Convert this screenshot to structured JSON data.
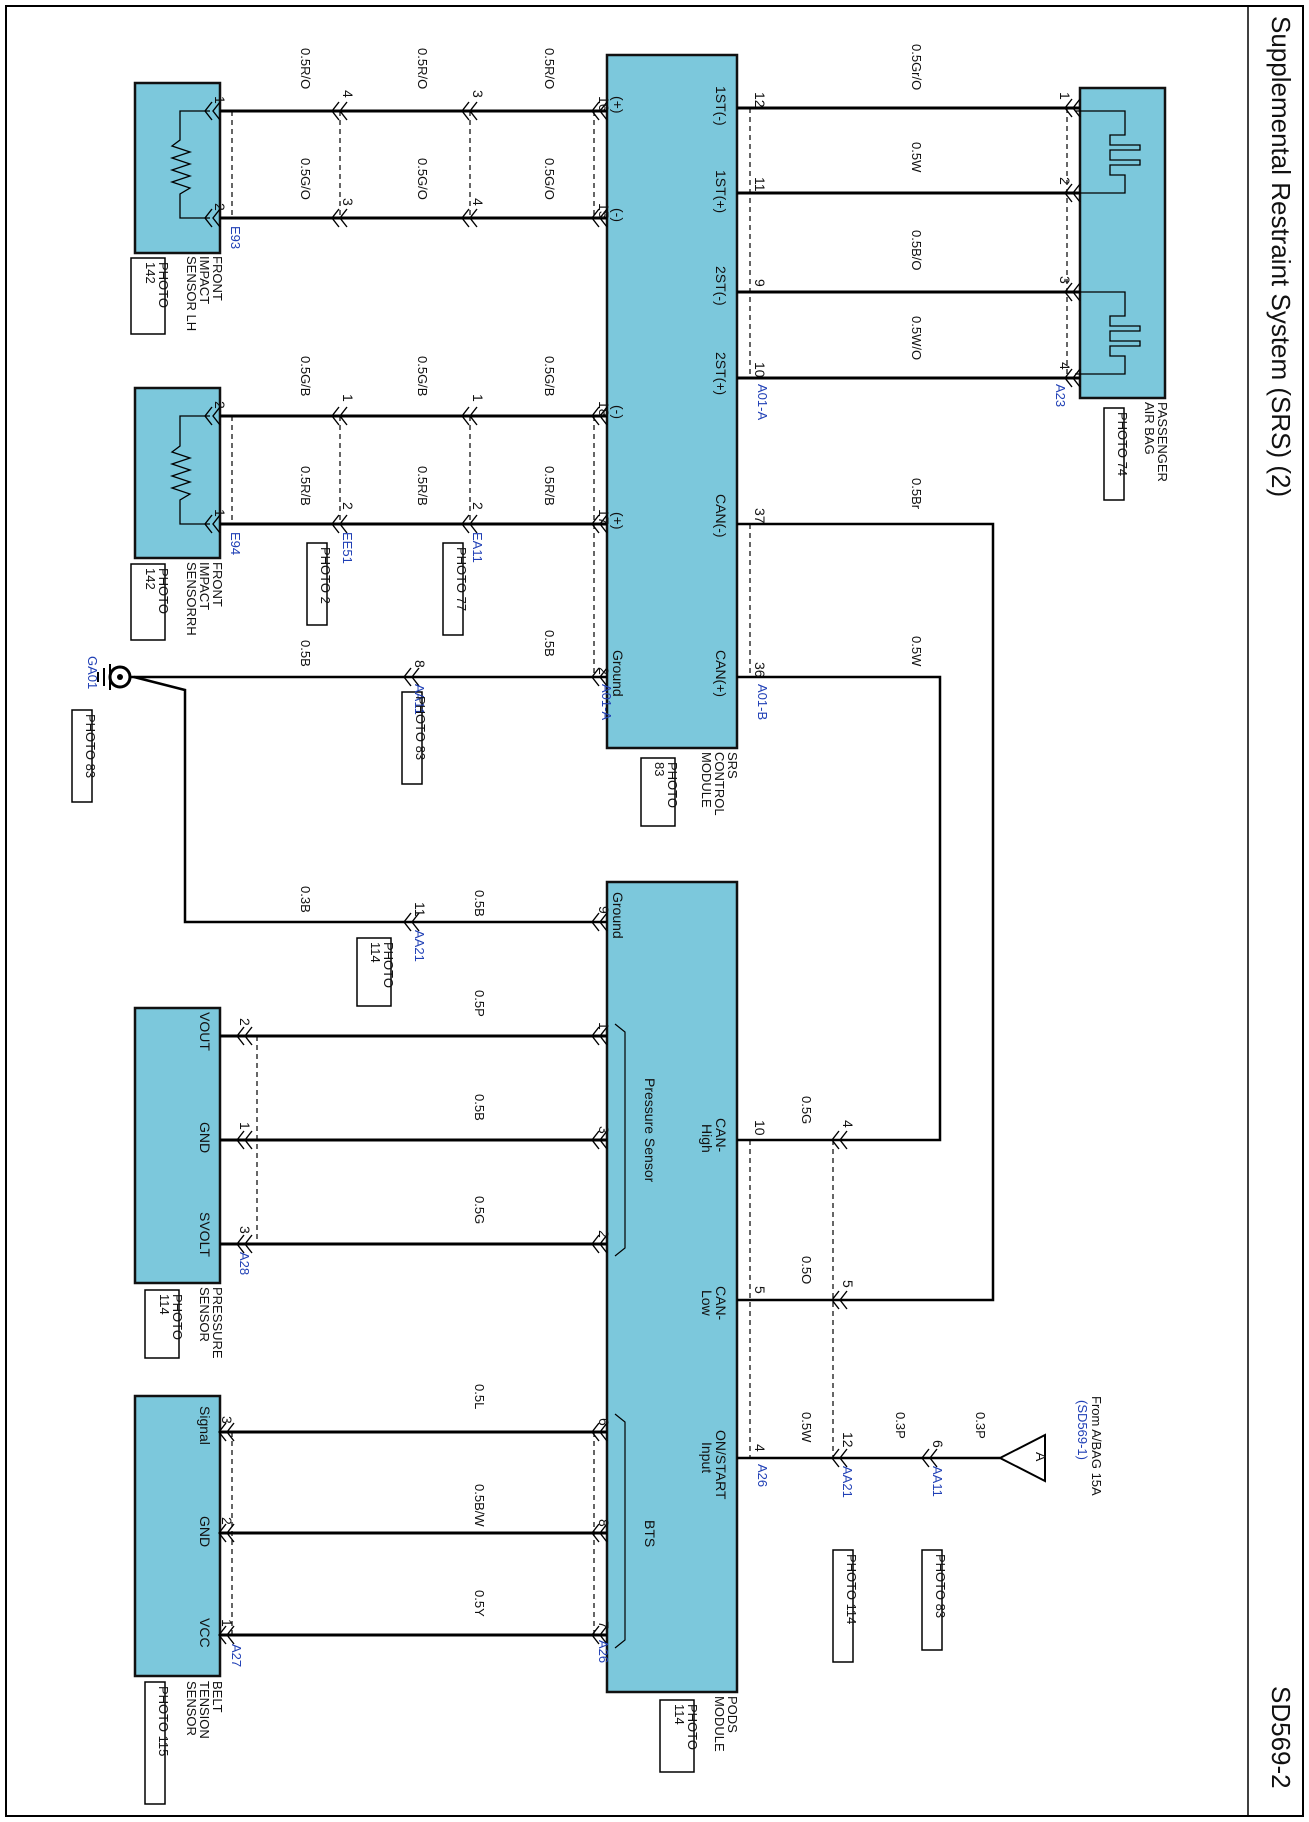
{
  "page": {
    "title": "Supplemental Restraint System (SRS) (2)",
    "code": "SD569-2"
  },
  "colors": {
    "component_fill": "#7cc8dc",
    "wire": "#000000",
    "connector_id": "#1f3fb5"
  },
  "components": {
    "srs": {
      "name": [
        "SRS",
        "CONTROL",
        "MODULE"
      ],
      "photo": [
        "PHOTO",
        "83"
      ],
      "pins": [
        "(+)",
        "(-)",
        "(-)",
        "(+)",
        "Ground",
        "1ST(-)",
        "1ST(+)",
        "2ST(-)",
        "2ST(+)",
        "CAN(-)",
        "CAN(+)"
      ],
      "connectors": [
        "A01-A",
        "A01-A",
        "A01-B"
      ]
    },
    "fis_lh": {
      "name": [
        "FRONT",
        "IMPACT",
        "SENSOR LH"
      ],
      "photo": [
        "PHOTO",
        "142"
      ],
      "connector": "E93"
    },
    "fis_rh": {
      "name": [
        "FRONT",
        "IMPACT",
        "SENSORRH"
      ],
      "photo": [
        "PHOTO",
        "142"
      ],
      "connector": "E94"
    },
    "pab": {
      "name": [
        "PASSENGER",
        "AIR BAG"
      ],
      "photo": "PHOTO 74",
      "connector": "A23"
    },
    "pods": {
      "name": [
        "PODS",
        "MODULE"
      ],
      "photo": [
        "PHOTO",
        "114"
      ],
      "pins": [
        "Ground",
        "CAN-",
        "High",
        "CAN-",
        "Low",
        "ON/START",
        "Input",
        "Pressure Sensor",
        "BTS"
      ],
      "connectors": [
        "A26",
        "A26"
      ]
    },
    "pressure": {
      "name": [
        "PRESSURE",
        "SENSOR"
      ],
      "photo": [
        "PHOTO",
        "114"
      ],
      "connector": "A28",
      "pins": [
        "VOUT",
        "GND",
        "SVOLT"
      ]
    },
    "bts": {
      "name": [
        "BELT",
        "TENSION",
        "SENSOR"
      ],
      "photo": "PHOTO 115",
      "connector": "A27",
      "pins": [
        "Signal",
        "GND",
        "VCC"
      ]
    }
  },
  "inline_connectors": {
    "ee51": {
      "id": "EE51",
      "photo": "PHOTO 2"
    },
    "ea11": {
      "id": "EA11",
      "photo": "PHOTO 77"
    },
    "aa11_top": {
      "id": "AA11",
      "photo": "PHOTO 83"
    },
    "aa21": {
      "id": "AA21",
      "photo": [
        "PHOTO",
        "114"
      ]
    },
    "aa21_r": {
      "id": "AA21",
      "photo": "PHOTO 114"
    },
    "aa11_r": {
      "id": "AA11",
      "photo": "PHOTO 83"
    }
  },
  "ground": {
    "id": "GA01",
    "photo": "PHOTO 83"
  },
  "offpage": {
    "letter": "A",
    "text": "From A/BAG 15A",
    "ref": "(SD569-1)"
  },
  "wire_colors": {
    "w_ro": "0.5R/O",
    "w_go": "0.5G/O",
    "w_gb": "0.5G/B",
    "w_rb": "0.5R/B",
    "w_b": "0.5B",
    "w_b3": "0.3B",
    "w_gro": "0.5Gr/O",
    "w_w": "0.5W",
    "w_bo": "0.5B/O",
    "w_wo": "0.5W/O",
    "w_br": "0.5Br",
    "w_p": "0.5P",
    "w_g": "0.5G",
    "w_l": "0.5L",
    "w_bw": "0.5B/W",
    "w_y": "0.5Y",
    "w_o": "0.5O",
    "w_p3": "0.3P"
  }
}
